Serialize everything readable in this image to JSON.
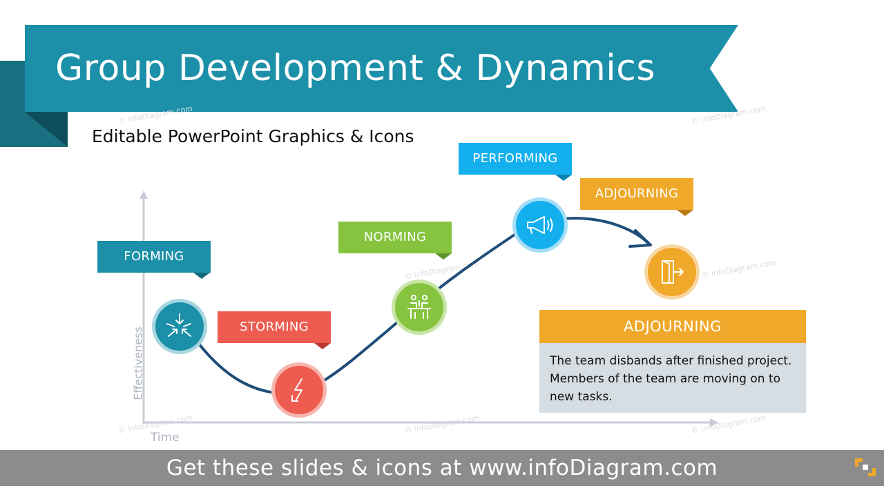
{
  "title": "Group Development & Dynamics",
  "subtitle": "Editable PowerPoint Graphics & Icons",
  "watermark": "© infoDiagram.com",
  "stages": [
    {
      "label": "FORMING",
      "color": "#1b90a8",
      "icon": "converging-arrows-icon"
    },
    {
      "label": "STORMING",
      "color": "#ee5b4f",
      "icon": "lightning-icon"
    },
    {
      "label": "NORMING",
      "color": "#86c440",
      "icon": "meeting-table-icon"
    },
    {
      "label": "PERFORMING",
      "color": "#14b0ee",
      "icon": "megaphone-icon"
    },
    {
      "label": "ADJOURNING",
      "color": "#f0a82a",
      "icon": "exit-door-icon"
    }
  ],
  "axes": {
    "y_label": "Effectiveness",
    "x_label": "Time"
  },
  "detail": {
    "heading": "ADJOURNING",
    "text": "The team disbands after finished project. Members of the team are moving on to new tasks."
  },
  "footer": "Get these slides & icons at www.infoDiagram.com",
  "colors": {
    "ribbon": "#1b90a8",
    "curve": "#1f4e79",
    "axis": "#c8ccd6",
    "footer": "#8c8c8c"
  }
}
